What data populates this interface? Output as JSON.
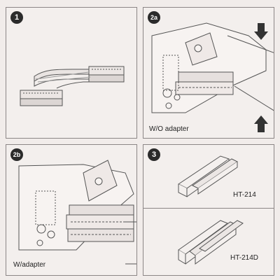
{
  "panels": {
    "p1": {
      "badge": "1"
    },
    "p2a": {
      "badge": "2a",
      "caption": "W/O adapter"
    },
    "p2b": {
      "badge": "2b",
      "caption": "W/adapter"
    },
    "p3": {
      "badge": "3",
      "part_top": "HT-214",
      "part_bottom": "HT-214D"
    }
  },
  "icons": {
    "arrow_down": "arrow-down-icon",
    "arrow_up": "arrow-up-icon"
  }
}
